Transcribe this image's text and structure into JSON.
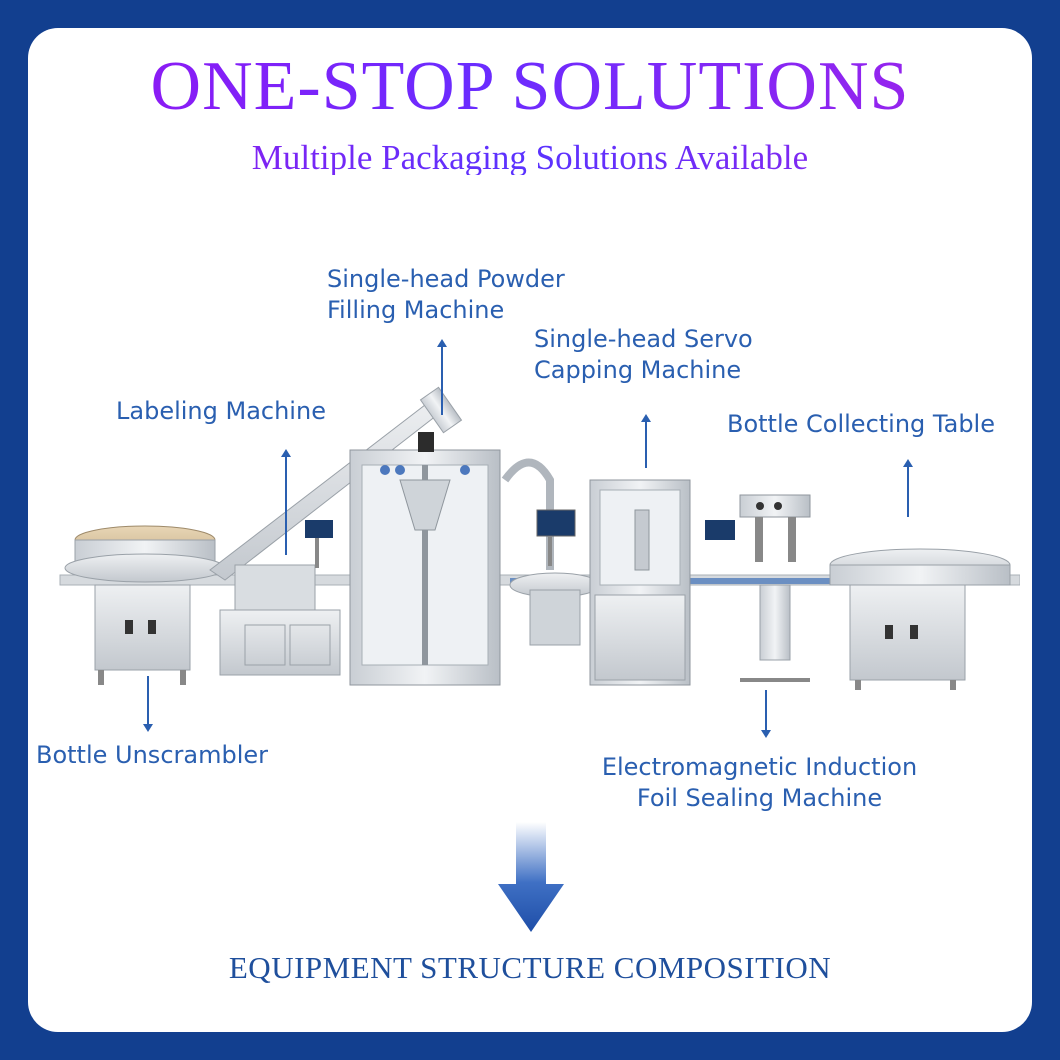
{
  "header": {
    "title": "ONE-STOP SOLUTIONS",
    "subtitle": "Multiple Packaging Solutions Available"
  },
  "labels": {
    "powder_filling_line1": "Single-head Powder",
    "powder_filling_line2": "Filling Machine",
    "servo_capping_line1": "Single-head Servo",
    "servo_capping_line2": "Capping Machine",
    "labeling": "Labeling Machine",
    "collecting_table": "Bottle Collecting Table",
    "unscrambler": "Bottle Unscrambler",
    "induction_line1": "Electromagnetic Induction",
    "induction_line2": "Foil Sealing Machine"
  },
  "footer": {
    "caption": "EQUIPMENT STRUCTURE COMPOSITION"
  },
  "colors": {
    "frame": "#123f8f",
    "label": "#2a5fb0",
    "title_gradient_start": "#9a14f0",
    "title_gradient_end": "#6a2cff",
    "caption": "#1f4f9c"
  }
}
